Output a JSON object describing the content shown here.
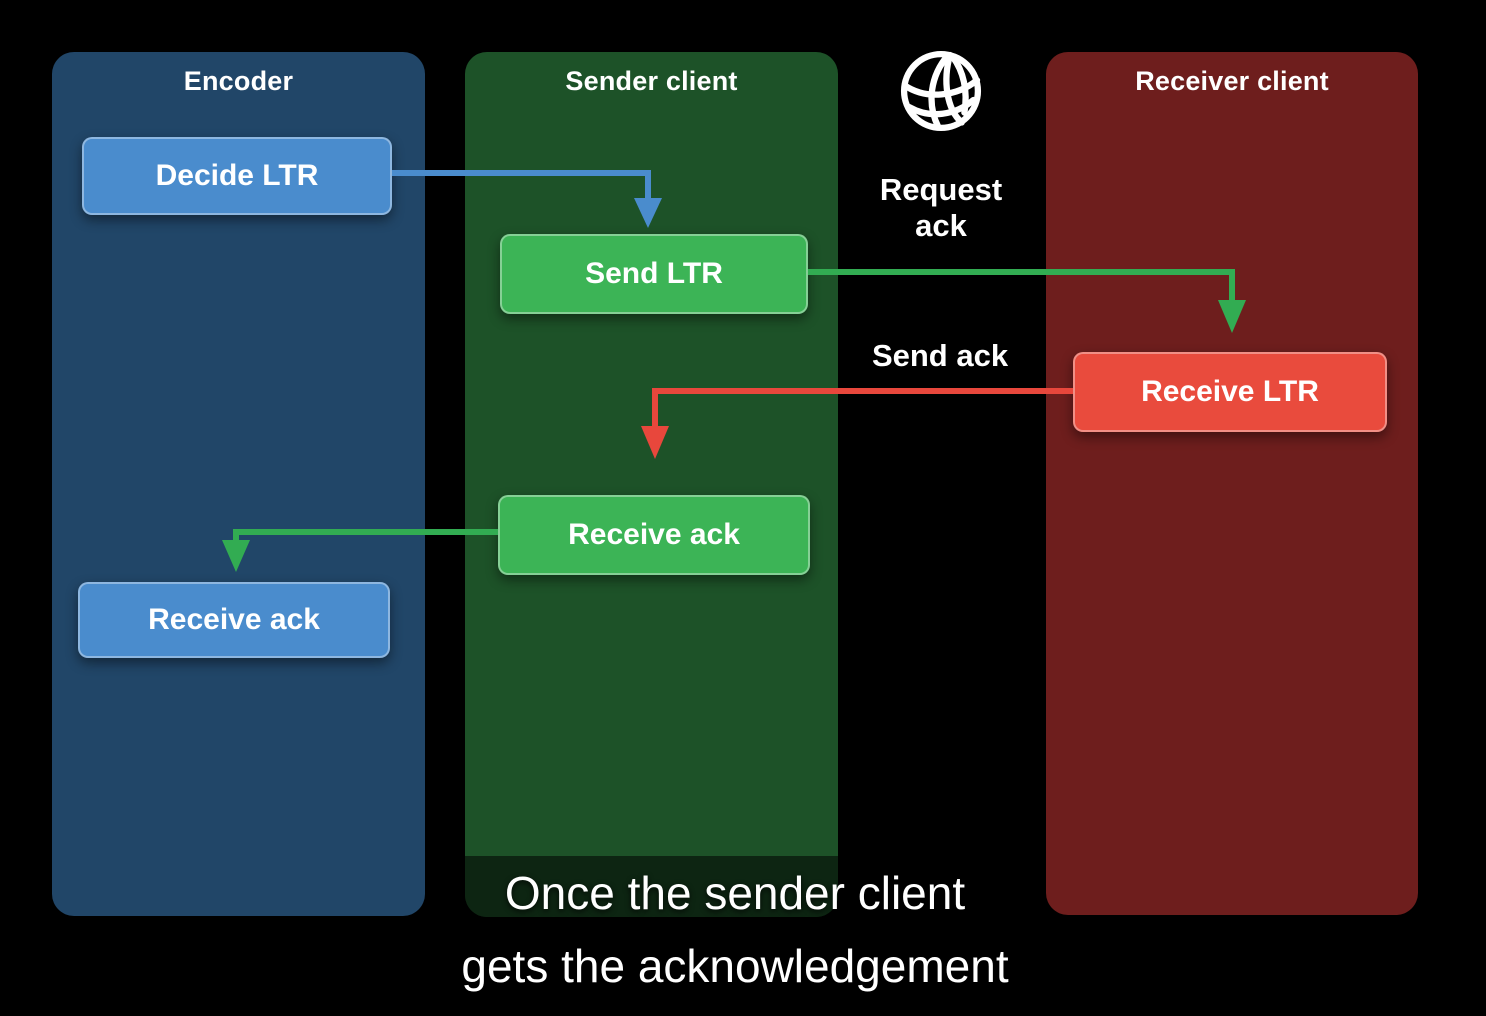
{
  "diagram": {
    "columns": [
      {
        "title": "Encoder",
        "bg": "#214668"
      },
      {
        "title": "Sender client",
        "bg": "#1d5228"
      },
      {
        "title": "Receiver client",
        "bg": "#6e1e1d"
      }
    ],
    "nodes": [
      {
        "label": "Decide LTR",
        "bg": "#4a8ccd"
      },
      {
        "label": "Send LTR",
        "bg": "#3cb456"
      },
      {
        "label": "Receive LTR",
        "bg": "#e94b3d"
      },
      {
        "label": "Receive ack",
        "bg": "#3cb456"
      },
      {
        "label": "Receive ack",
        "bg": "#4a8ccd"
      }
    ],
    "network_labels": {
      "request_ack": "Request ack",
      "send_ack": "Send ack"
    },
    "icons": [
      {
        "name": "globe-icon",
        "color": "#ffffff"
      }
    ],
    "arrows": [
      {
        "name": "decide-ltr-to-send-ltr",
        "color": "#4a8ccd"
      },
      {
        "name": "send-ltr-to-receive-ltr",
        "color": "#32ac52"
      },
      {
        "name": "receive-ltr-to-receive-ack",
        "color": "#e8473c"
      },
      {
        "name": "receive-ack-to-encoder",
        "color": "#32ac52"
      }
    ]
  },
  "caption": {
    "line1": "Once the sender client",
    "line2": "gets the acknowledgement"
  }
}
